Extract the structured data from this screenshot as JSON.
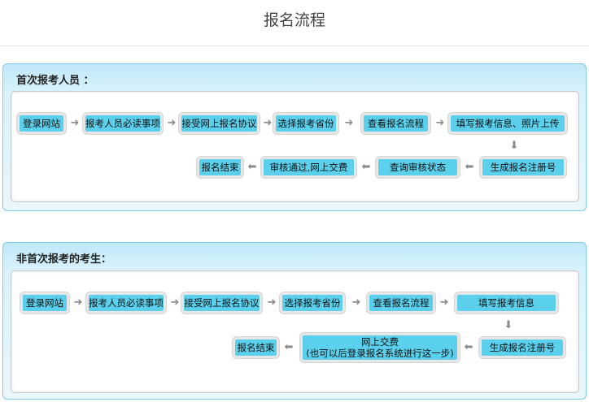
{
  "page": {
    "title": "报名流程"
  },
  "section1": {
    "title": "首次报考人员 ：",
    "steps": {
      "login": "登录网站",
      "notice": "报考人员必读事项",
      "agreement": "接受网上报名协议",
      "province": "选择报考省份",
      "process": "查看报名流程",
      "info": "填写报考信息、照片上传",
      "register": "生成报名注册号",
      "status": "查询审核状态",
      "pay": "审核通过,网上交费",
      "end": "报名结束"
    }
  },
  "section2": {
    "title": "非首次报考的考生：",
    "steps": {
      "login": "登录网站",
      "notice": "报考人员必读事项",
      "agreement": "接受网上报名协议",
      "province": "选择报考省份",
      "process": "查看报名流程",
      "info": "填写报考信息",
      "register": "生成报名注册号",
      "pay_line1": "网上交费",
      "pay_line2": "(也可以后登录报名系统进行这一步)",
      "end": "报名结束"
    }
  },
  "icons": {
    "right": "➜",
    "left": "⬅",
    "down": "⬇"
  }
}
